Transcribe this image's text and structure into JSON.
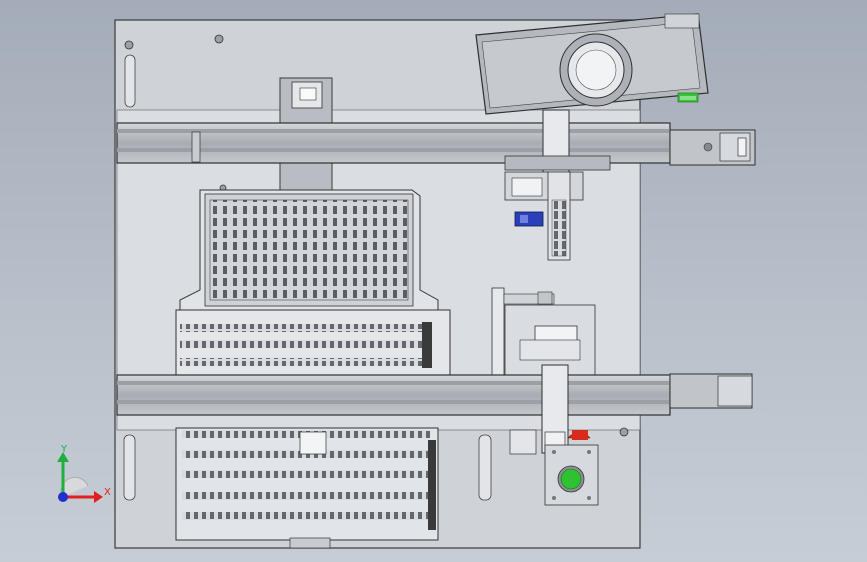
{
  "view": {
    "background_top": "#a3acb8",
    "background_bottom": "#c7cdd5",
    "model": "machine-assembly-top-view"
  },
  "axis_triad": {
    "x_label": "X",
    "y_label": "Y",
    "x_color": "#e02020",
    "y_color": "#20b040",
    "z_color": "#2030d0"
  },
  "colors": {
    "frame": "#c8ccd2",
    "rail": "#b0b4ba",
    "stop_button": "#d92a1e",
    "start_button": "#2fc132",
    "blue_part": "#2a3fb8",
    "outline": "#3a3a3a"
  },
  "icons": [
    "axis-triad-icon",
    "start-button-icon",
    "stop-button-icon"
  ]
}
